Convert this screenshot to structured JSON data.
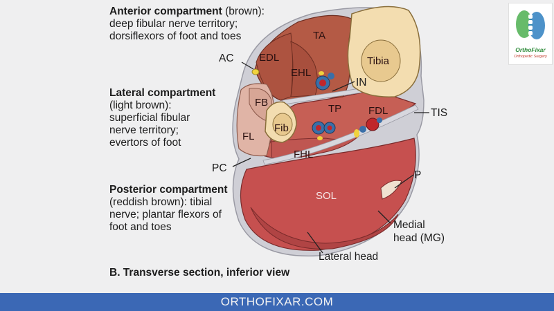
{
  "diagram": {
    "anterior": {
      "title": "Anterior compartment",
      "title_suffix": " (brown):",
      "lines": [
        "deep fibular nerve territory;",
        "dorsiflexors of foot and toes"
      ]
    },
    "lateral": {
      "title": "Lateral compartment",
      "lines": [
        "(light brown):",
        "superficial fibular",
        "nerve territory;",
        "evertors of foot"
      ]
    },
    "posterior": {
      "title": "Posterior compartment",
      "lines": [
        "(reddish brown): tibial",
        "nerve; plantar flexors of",
        "foot and toes"
      ]
    },
    "labels": {
      "ta": "TA",
      "tibia": "Tibia",
      "edl": "EDL",
      "ehl": "EHL",
      "in": "IN",
      "fb": "FB",
      "fl": "FL",
      "fib": "Fib",
      "tp": "TP",
      "fdl": "FDL",
      "fhl": "FHL",
      "sol": "SOL",
      "ac": "AC",
      "tis": "TIS",
      "pc": "PC",
      "p": "P",
      "medial_head_1": "Medial",
      "medial_head_2": "head (MG)",
      "lateral_head": "Lateral head"
    },
    "caption": "B. Transverse section, inferior view"
  },
  "footer": {
    "text": "ORTHOFIXAR.COM"
  },
  "logo": {
    "name": "OrthoFixar",
    "subtitle": "Orthopedic Surgery"
  },
  "colors": {
    "anterior": "#b45a45",
    "lateral": "#e0b4a6",
    "posterior": "#c6504f",
    "bone": "#f3ddb0",
    "footer": "#3b68b5"
  }
}
